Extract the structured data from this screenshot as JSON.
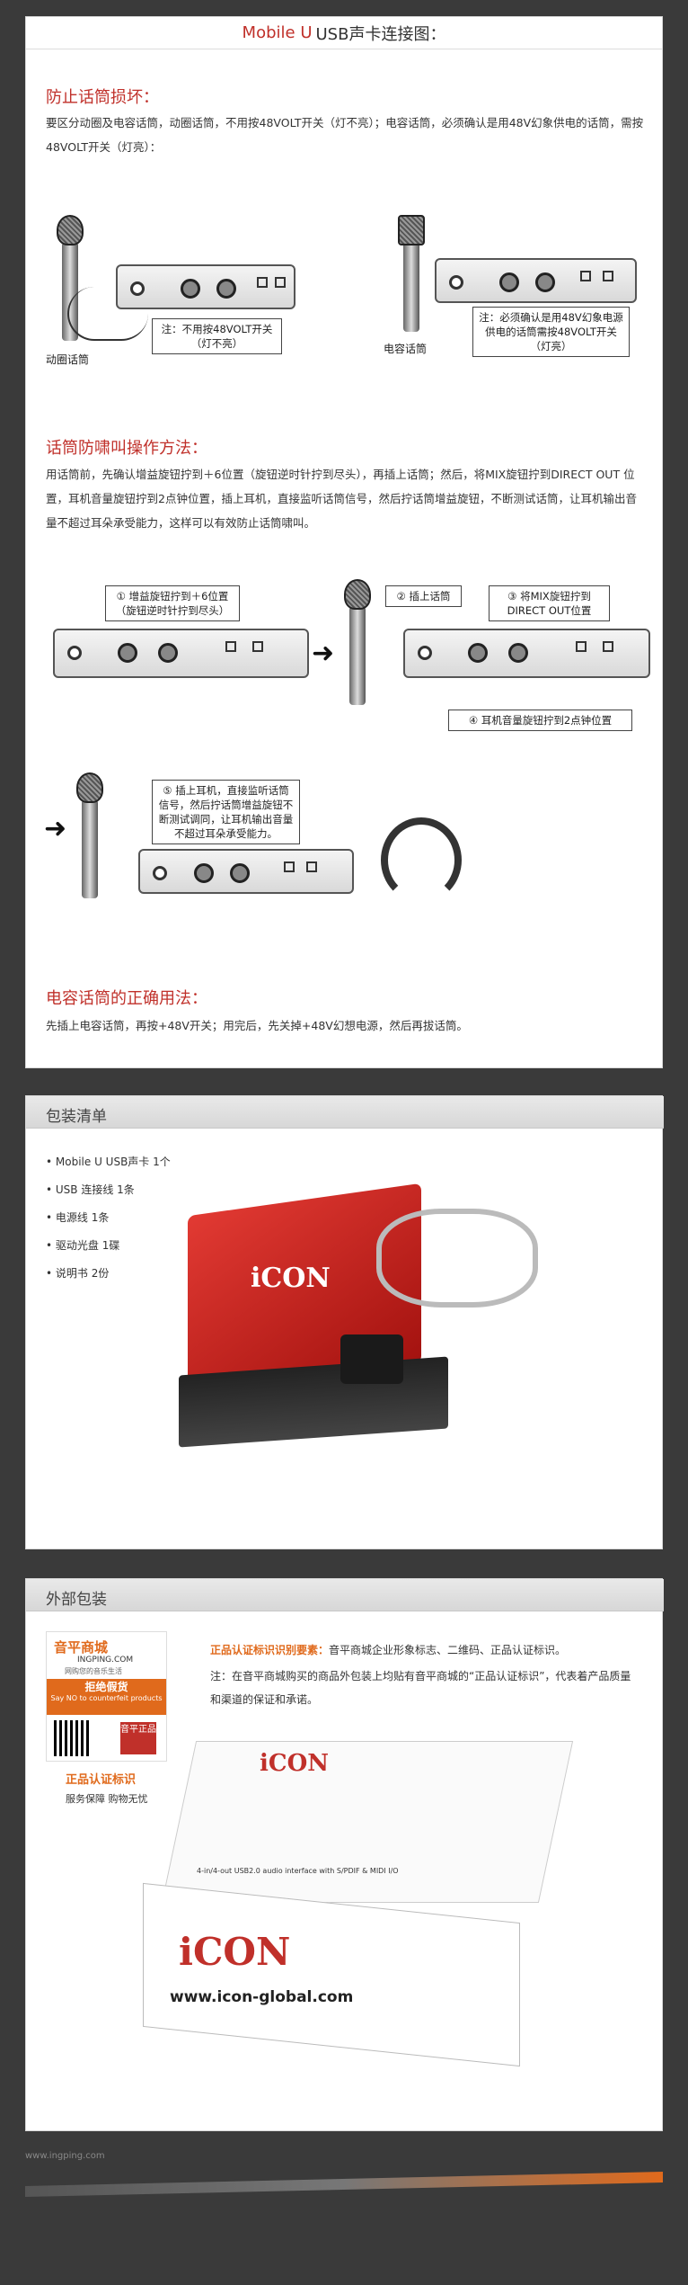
{
  "header": {
    "brand": "Mobile U",
    "title": " USB声卡连接图："
  },
  "sec1": {
    "heading": "防止话筒损坏：",
    "text": "要区分动圈及电容话筒，动圈话筒，不用按48VOLT开关（灯不亮）；电容话筒，必须确认是用48V幻象供电的话筒，需按48VOLT开关（灯亮）：",
    "callout_left": "注：不用按48VOLT开关（灯不亮）",
    "callout_right": "注：必须确认是用48V幻象电源供电的话筒需按48VOLT开关（灯亮）",
    "label_dynamic": "动圈话筒",
    "label_condenser": "电容话筒"
  },
  "sec2": {
    "heading": "话筒防啸叫操作方法：",
    "text": "用话筒前，先确认增益旋钮拧到＋6位置（旋钮逆时针拧到尽头），再插上话筒；然后，将MIX旋钮拧到DIRECT OUT 位置，耳机音量旋钮拧到2点钟位置，插上耳机，直接监听话筒信号，然后拧话筒增益旋钮，不断测试话筒，让耳机输出音量不超过耳朵承受能力，这样可以有效防止话筒啸叫。",
    "step1": "① 增益旋钮拧到＋6位置（旋钮逆时针拧到尽头）",
    "step2": "② 插上话筒",
    "step3": "③ 将MIX旋钮拧到DIRECT OUT位置",
    "step4": "④ 耳机音量旋钮拧到2点钟位置",
    "step5": "⑤ 插上耳机，直接监听话筒信号，然后拧话筒增益旋钮不断测试调同，让耳机输出音量不超过耳朵承受能力。"
  },
  "sec3": {
    "heading": "电容话筒的正确用法：",
    "text": "先插上电容话筒，再按+48V开关；用完后，先关掉+48V幻想电源，然后再拔话筒。"
  },
  "package": {
    "title": "包装清单",
    "items": [
      "• Mobile U USB声卡   1个",
      "• USB 连接线   1条",
      "• 电源线   1条",
      "• 驱动光盘   1碟",
      "• 说明书   2份"
    ],
    "logo": "iCON"
  },
  "outer": {
    "title": "外部包装",
    "auth_title": "正品认证标识识别要素：",
    "auth_text": "音平商城企业形象标志、二维码、正品认证标识。",
    "auth_note": "注：在音平商城购买的商品外包装上均贴有音平商城的“正品认证标识”，代表着产品质量和渠道的保证和承诺。",
    "card_brand": "音平商城",
    "card_url": "INGPING.COM",
    "card_slogan": "网购您的音乐生活",
    "card_fake": "拒绝假货",
    "card_en": "Say NO to counterfeit products",
    "card_stamp": "音平正品",
    "card_auth": "正品认证标识",
    "card_service": "服务保障   购物无忧",
    "box_logo": "iCON",
    "box_url": "www.icon-global.com",
    "box_desc": "4-in/4-out USB2.0 audio interface with S/PDIF & MIDI I/O"
  },
  "footer": {
    "url": "www.ingping.com"
  }
}
